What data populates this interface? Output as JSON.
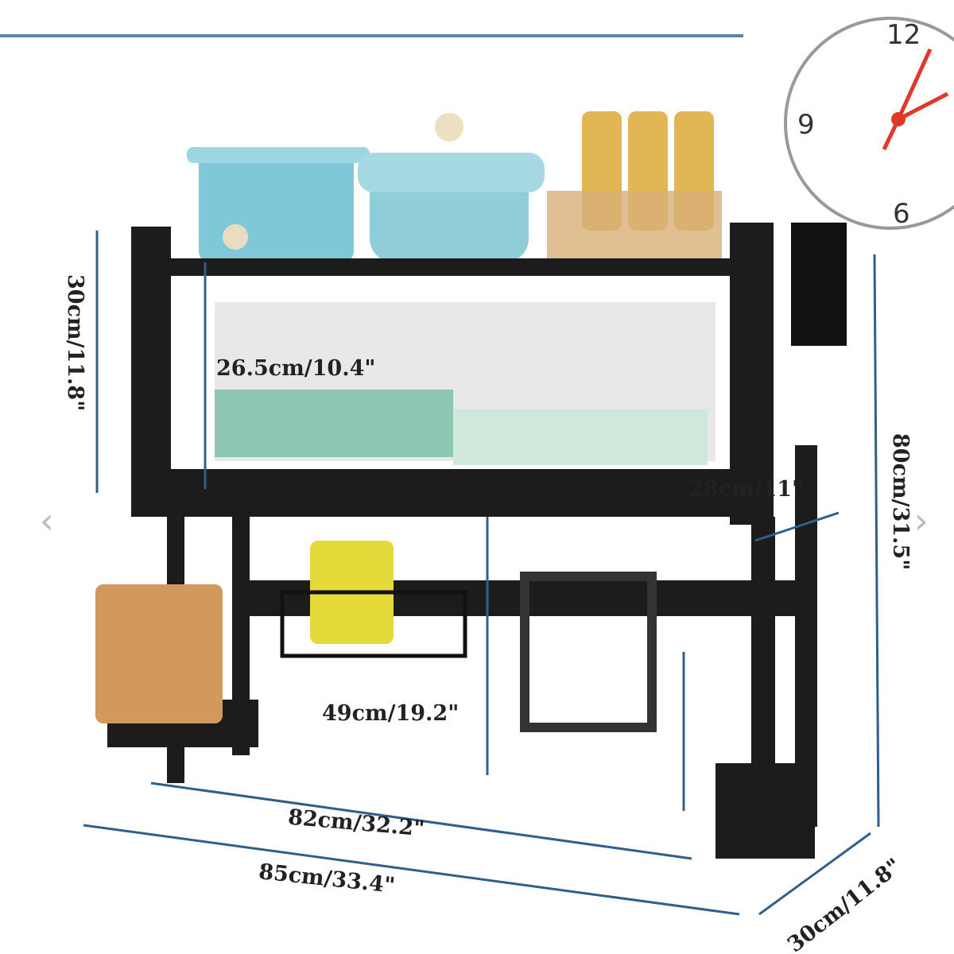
{
  "clock": {
    "numbers": [
      "12",
      "9",
      "6"
    ],
    "hand_color": "#e0392b"
  },
  "dimensions": {
    "upper_height": "30cm/11.8\"",
    "plate_height": "26.5cm/10.4\"",
    "depth_top": "28cm/11\"",
    "total_height": "80cm/31.5\"",
    "clearance_height": "49cm/19.2\"",
    "inner_width": "82cm/32.2\"",
    "total_width": "85cm/33.4\"",
    "base_depth": "30cm/11.8\""
  },
  "nav": {
    "prev": "‹",
    "next": "›"
  },
  "colors": {
    "frame": "#1c1c1c",
    "dimension_line": "#2f5f8a",
    "pot": "#7ec8d8"
  }
}
